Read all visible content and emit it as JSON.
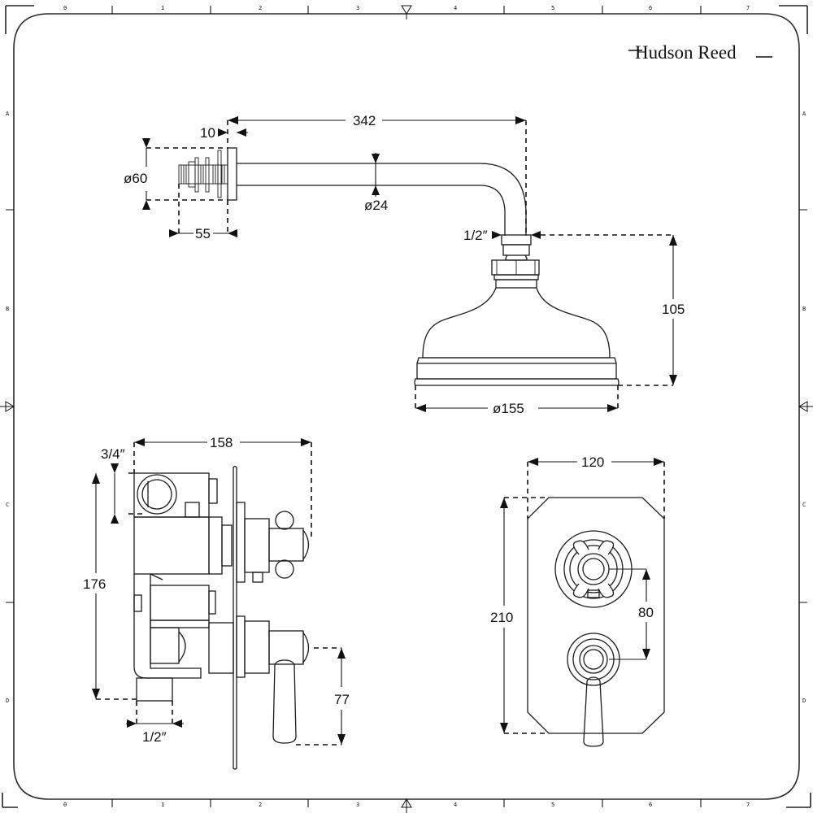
{
  "brand": {
    "logo_text": "Hudson Reed"
  },
  "frame": {
    "column_labels": [
      "0",
      "1",
      "2",
      "3",
      "4",
      "5",
      "6",
      "7"
    ],
    "row_labels": [
      "A",
      "B",
      "C",
      "D"
    ]
  },
  "drawings": {
    "shower_arm": {
      "dimensions": {
        "length": "342",
        "flange_thickness": "10",
        "flange_diameter": "ø60",
        "arm_diameter": "ø24",
        "wall_depth": "55"
      }
    },
    "shower_head": {
      "dimensions": {
        "inlet": "1/2″",
        "height": "105",
        "diameter": "ø155"
      }
    },
    "valve_side_view": {
      "dimensions": {
        "outlet_top": "3/4″",
        "depth": "158",
        "body_height": "176",
        "outlet_bottom": "1/2″",
        "lever_drop": "77"
      }
    },
    "valve_front_view": {
      "dimensions": {
        "plate_width": "120",
        "plate_height": "210",
        "handle_spacing": "80"
      }
    }
  }
}
